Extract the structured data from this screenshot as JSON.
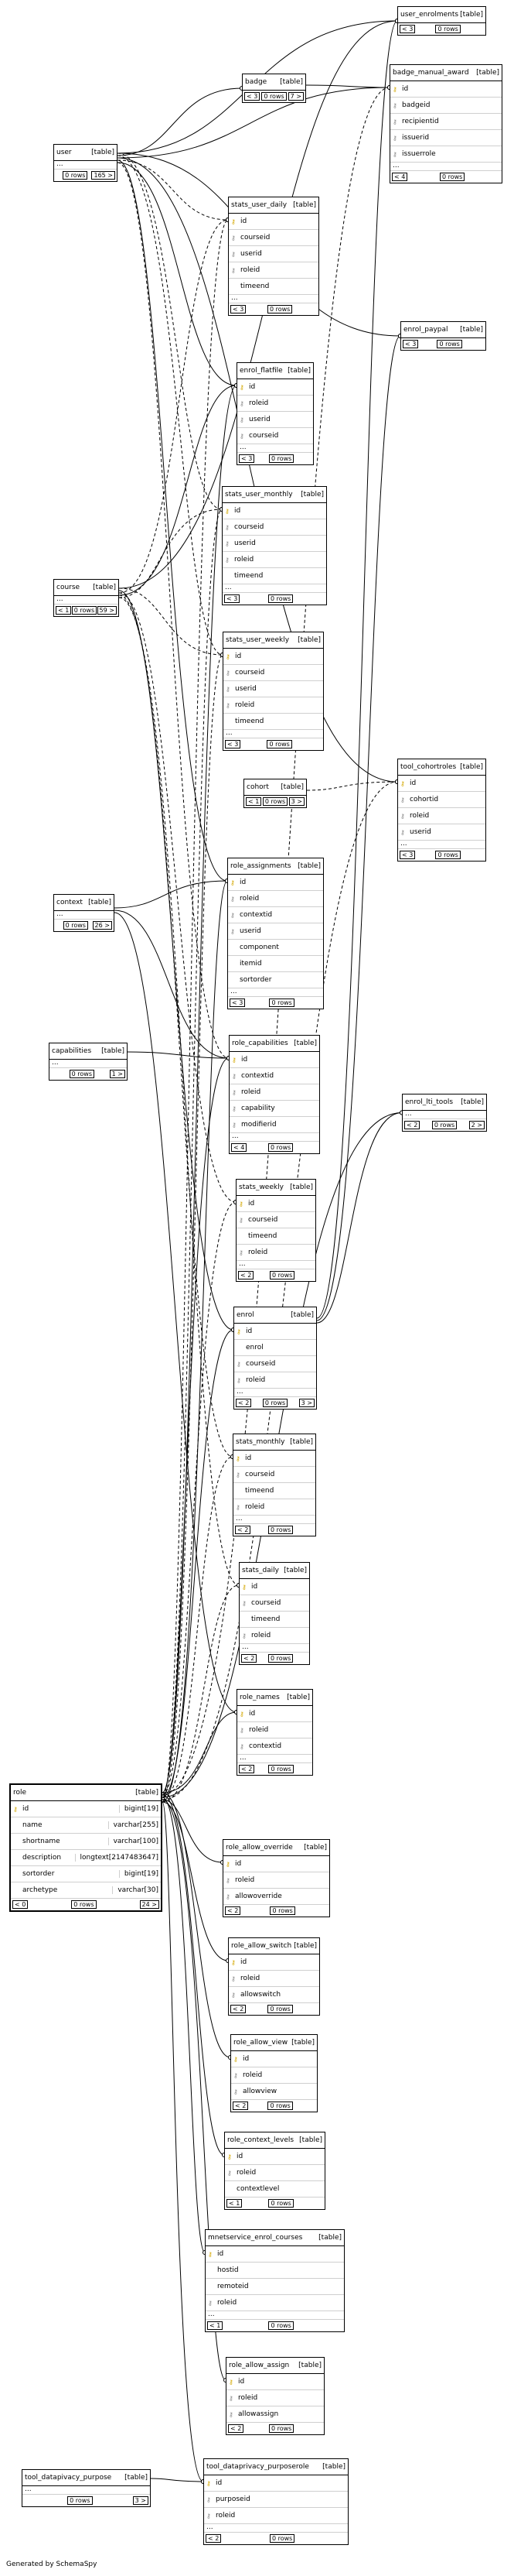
{
  "footer": {
    "credit": "Generated by SchemaSpy"
  },
  "tables": [
    {
      "name": "user_enrolments",
      "tag": "[table]",
      "rows": "0 rows",
      "left": "< 3",
      "right": "",
      "columns": []
    },
    {
      "name": "badge",
      "tag": "[table]",
      "rows": "0 rows",
      "left": "< 3",
      "right": "7 >",
      "columns": []
    },
    {
      "name": "badge_manual_award",
      "tag": "[table]",
      "rows": "0 rows",
      "left": "< 4",
      "right": "",
      "ellipsis": true,
      "columns": [
        {
          "k": "pk",
          "name": "id"
        },
        {
          "k": "fk",
          "name": "badgeid"
        },
        {
          "k": "fk",
          "name": "recipientid"
        },
        {
          "k": "fk",
          "name": "issuerid"
        },
        {
          "k": "fk",
          "name": "issuerrole"
        }
      ]
    },
    {
      "name": "user",
      "tag": "[table]",
      "rows": "0 rows",
      "left": "",
      "right": "165 >",
      "ellipsis": true,
      "columns": []
    },
    {
      "name": "stats_user_daily",
      "tag": "[table]",
      "rows": "0 rows",
      "left": "< 3",
      "right": "",
      "ellipsis": true,
      "columns": [
        {
          "k": "pk",
          "name": "id"
        },
        {
          "k": "fk",
          "name": "courseid"
        },
        {
          "k": "fk",
          "name": "userid"
        },
        {
          "k": "fk",
          "name": "roleid"
        },
        {
          "k": "",
          "name": "timeend"
        }
      ]
    },
    {
      "name": "enrol_paypal",
      "tag": "[table]",
      "rows": "0 rows",
      "left": "< 3",
      "right": "",
      "columns": []
    },
    {
      "name": "enrol_flatfile",
      "tag": "[table]",
      "rows": "0 rows",
      "left": "< 3",
      "right": "",
      "ellipsis": true,
      "columns": [
        {
          "k": "pk",
          "name": "id"
        },
        {
          "k": "fk",
          "name": "roleid"
        },
        {
          "k": "fk",
          "name": "userid"
        },
        {
          "k": "fk",
          "name": "courseid"
        }
      ]
    },
    {
      "name": "stats_user_monthly",
      "tag": "[table]",
      "rows": "0 rows",
      "left": "< 3",
      "right": "",
      "ellipsis": true,
      "columns": [
        {
          "k": "pk",
          "name": "id"
        },
        {
          "k": "fk",
          "name": "courseid"
        },
        {
          "k": "fk",
          "name": "userid"
        },
        {
          "k": "fk",
          "name": "roleid"
        },
        {
          "k": "",
          "name": "timeend"
        }
      ]
    },
    {
      "name": "course",
      "tag": "[table]",
      "rows": "0 rows",
      "left": "< 1",
      "right": "59 >",
      "ellipsis": true,
      "columns": []
    },
    {
      "name": "stats_user_weekly",
      "tag": "[table]",
      "rows": "0 rows",
      "left": "< 3",
      "right": "",
      "ellipsis": true,
      "columns": [
        {
          "k": "pk",
          "name": "id"
        },
        {
          "k": "fk",
          "name": "courseid"
        },
        {
          "k": "fk",
          "name": "userid"
        },
        {
          "k": "fk",
          "name": "roleid"
        },
        {
          "k": "",
          "name": "timeend"
        }
      ]
    },
    {
      "name": "cohort",
      "tag": "[table]",
      "rows": "0 rows",
      "left": "< 1",
      "right": "3 >",
      "columns": []
    },
    {
      "name": "tool_cohortroles",
      "tag": "[table]",
      "rows": "0 rows",
      "left": "< 3",
      "right": "",
      "ellipsis": true,
      "columns": [
        {
          "k": "pk",
          "name": "id"
        },
        {
          "k": "fk",
          "name": "cohortid"
        },
        {
          "k": "fk",
          "name": "roleid"
        },
        {
          "k": "fk",
          "name": "userid"
        }
      ]
    },
    {
      "name": "context",
      "tag": "[table]",
      "rows": "0 rows",
      "left": "",
      "right": "26 >",
      "ellipsis": true,
      "columns": []
    },
    {
      "name": "role_assignments",
      "tag": "[table]",
      "rows": "0 rows",
      "left": "< 3",
      "right": "",
      "ellipsis": true,
      "columns": [
        {
          "k": "pk",
          "name": "id"
        },
        {
          "k": "fk",
          "name": "roleid"
        },
        {
          "k": "fk",
          "name": "contextid"
        },
        {
          "k": "fk",
          "name": "userid"
        },
        {
          "k": "",
          "name": "component"
        },
        {
          "k": "",
          "name": "itemid"
        },
        {
          "k": "",
          "name": "sortorder"
        }
      ]
    },
    {
      "name": "capabilities",
      "tag": "[table]",
      "rows": "0 rows",
      "left": "",
      "right": "1 >",
      "ellipsis": true,
      "columns": []
    },
    {
      "name": "role_capabilities",
      "tag": "[table]",
      "rows": "0 rows",
      "left": "< 4",
      "right": "",
      "ellipsis": true,
      "columns": [
        {
          "k": "pk",
          "name": "id"
        },
        {
          "k": "fk",
          "name": "contextid"
        },
        {
          "k": "fk",
          "name": "roleid"
        },
        {
          "k": "fk",
          "name": "capability"
        },
        {
          "k": "fk",
          "name": "modifierid"
        }
      ]
    },
    {
      "name": "enrol_lti_tools",
      "tag": "[table]",
      "rows": "0 rows",
      "left": "< 2",
      "right": "2 >",
      "ellipsis": true,
      "columns": []
    },
    {
      "name": "stats_weekly",
      "tag": "[table]",
      "rows": "0 rows",
      "left": "< 2",
      "right": "",
      "ellipsis": true,
      "columns": [
        {
          "k": "pk",
          "name": "id"
        },
        {
          "k": "fk",
          "name": "courseid"
        },
        {
          "k": "",
          "name": "timeend"
        },
        {
          "k": "fk",
          "name": "roleid"
        }
      ]
    },
    {
      "name": "enrol",
      "tag": "[table]",
      "rows": "0 rows",
      "left": "< 2",
      "right": "3 >",
      "ellipsis": true,
      "columns": [
        {
          "k": "pk",
          "name": "id"
        },
        {
          "k": "",
          "name": "enrol"
        },
        {
          "k": "fk",
          "name": "courseid"
        },
        {
          "k": "fk",
          "name": "roleid"
        }
      ]
    },
    {
      "name": "stats_monthly",
      "tag": "[table]",
      "rows": "0 rows",
      "left": "< 2",
      "right": "",
      "ellipsis": true,
      "columns": [
        {
          "k": "pk",
          "name": "id"
        },
        {
          "k": "fk",
          "name": "courseid"
        },
        {
          "k": "",
          "name": "timeend"
        },
        {
          "k": "fk",
          "name": "roleid"
        }
      ]
    },
    {
      "name": "stats_daily",
      "tag": "[table]",
      "rows": "0 rows",
      "left": "< 2",
      "right": "",
      "ellipsis": true,
      "columns": [
        {
          "k": "pk",
          "name": "id"
        },
        {
          "k": "fk",
          "name": "courseid"
        },
        {
          "k": "",
          "name": "timeend"
        },
        {
          "k": "fk",
          "name": "roleid"
        }
      ]
    },
    {
      "name": "role_names",
      "tag": "[table]",
      "rows": "0 rows",
      "left": "< 2",
      "right": "",
      "ellipsis": true,
      "columns": [
        {
          "k": "pk",
          "name": "id"
        },
        {
          "k": "fk",
          "name": "roleid"
        },
        {
          "k": "fk",
          "name": "contextid"
        }
      ]
    },
    {
      "name": "role",
      "tag": "[table]",
      "rows": "0 rows",
      "left": "< 0",
      "right": "24 >",
      "focus": true,
      "columns": [
        {
          "k": "pk",
          "name": "id",
          "type": "bigint[19]"
        },
        {
          "k": "",
          "name": "name",
          "type": "varchar[255]"
        },
        {
          "k": "",
          "name": "shortname",
          "type": "varchar[100]"
        },
        {
          "k": "",
          "name": "description",
          "type": "longtext[2147483647]"
        },
        {
          "k": "",
          "name": "sortorder",
          "type": "bigint[19]"
        },
        {
          "k": "",
          "name": "archetype",
          "type": "varchar[30]"
        }
      ]
    },
    {
      "name": "role_allow_override",
      "tag": "[table]",
      "rows": "0 rows",
      "left": "< 2",
      "right": "",
      "columns": [
        {
          "k": "pk",
          "name": "id"
        },
        {
          "k": "fk",
          "name": "roleid"
        },
        {
          "k": "fk",
          "name": "allowoverride"
        }
      ]
    },
    {
      "name": "role_allow_switch",
      "tag": "[table]",
      "rows": "0 rows",
      "left": "< 2",
      "right": "",
      "columns": [
        {
          "k": "pk",
          "name": "id"
        },
        {
          "k": "fk",
          "name": "roleid"
        },
        {
          "k": "fk",
          "name": "allowswitch"
        }
      ]
    },
    {
      "name": "role_allow_view",
      "tag": "[table]",
      "rows": "0 rows",
      "left": "< 2",
      "right": "",
      "columns": [
        {
          "k": "pk",
          "name": "id"
        },
        {
          "k": "fk",
          "name": "roleid"
        },
        {
          "k": "fk",
          "name": "allowview"
        }
      ]
    },
    {
      "name": "role_context_levels",
      "tag": "[table]",
      "rows": "0 rows",
      "left": "< 1",
      "right": "",
      "columns": [
        {
          "k": "pk",
          "name": "id"
        },
        {
          "k": "fk",
          "name": "roleid"
        },
        {
          "k": "",
          "name": "contextlevel"
        }
      ]
    },
    {
      "name": "mnetservice_enrol_courses",
      "tag": "[table]",
      "rows": "0 rows",
      "left": "< 1",
      "right": "",
      "ellipsis": true,
      "columns": [
        {
          "k": "pk",
          "name": "id"
        },
        {
          "k": "",
          "name": "hostid"
        },
        {
          "k": "",
          "name": "remoteid"
        },
        {
          "k": "fk",
          "name": "roleid"
        }
      ]
    },
    {
      "name": "role_allow_assign",
      "tag": "[table]",
      "rows": "0 rows",
      "left": "< 2",
      "right": "",
      "columns": [
        {
          "k": "pk",
          "name": "id"
        },
        {
          "k": "fk",
          "name": "roleid"
        },
        {
          "k": "fk",
          "name": "allowassign"
        }
      ]
    },
    {
      "name": "tool_datapivacy_purpose",
      "tag": "[table]",
      "rows": "0 rows",
      "left": "",
      "right": "3 >",
      "ellipsis": true,
      "columns": []
    },
    {
      "name": "tool_dataprivacy_purposerole",
      "tag": "[table]",
      "rows": "0 rows",
      "left": "< 2",
      "right": "",
      "ellipsis": true,
      "columns": [
        {
          "k": "pk",
          "name": "id"
        },
        {
          "k": "fk",
          "name": "purposeid"
        },
        {
          "k": "fk",
          "name": "roleid"
        }
      ]
    }
  ]
}
